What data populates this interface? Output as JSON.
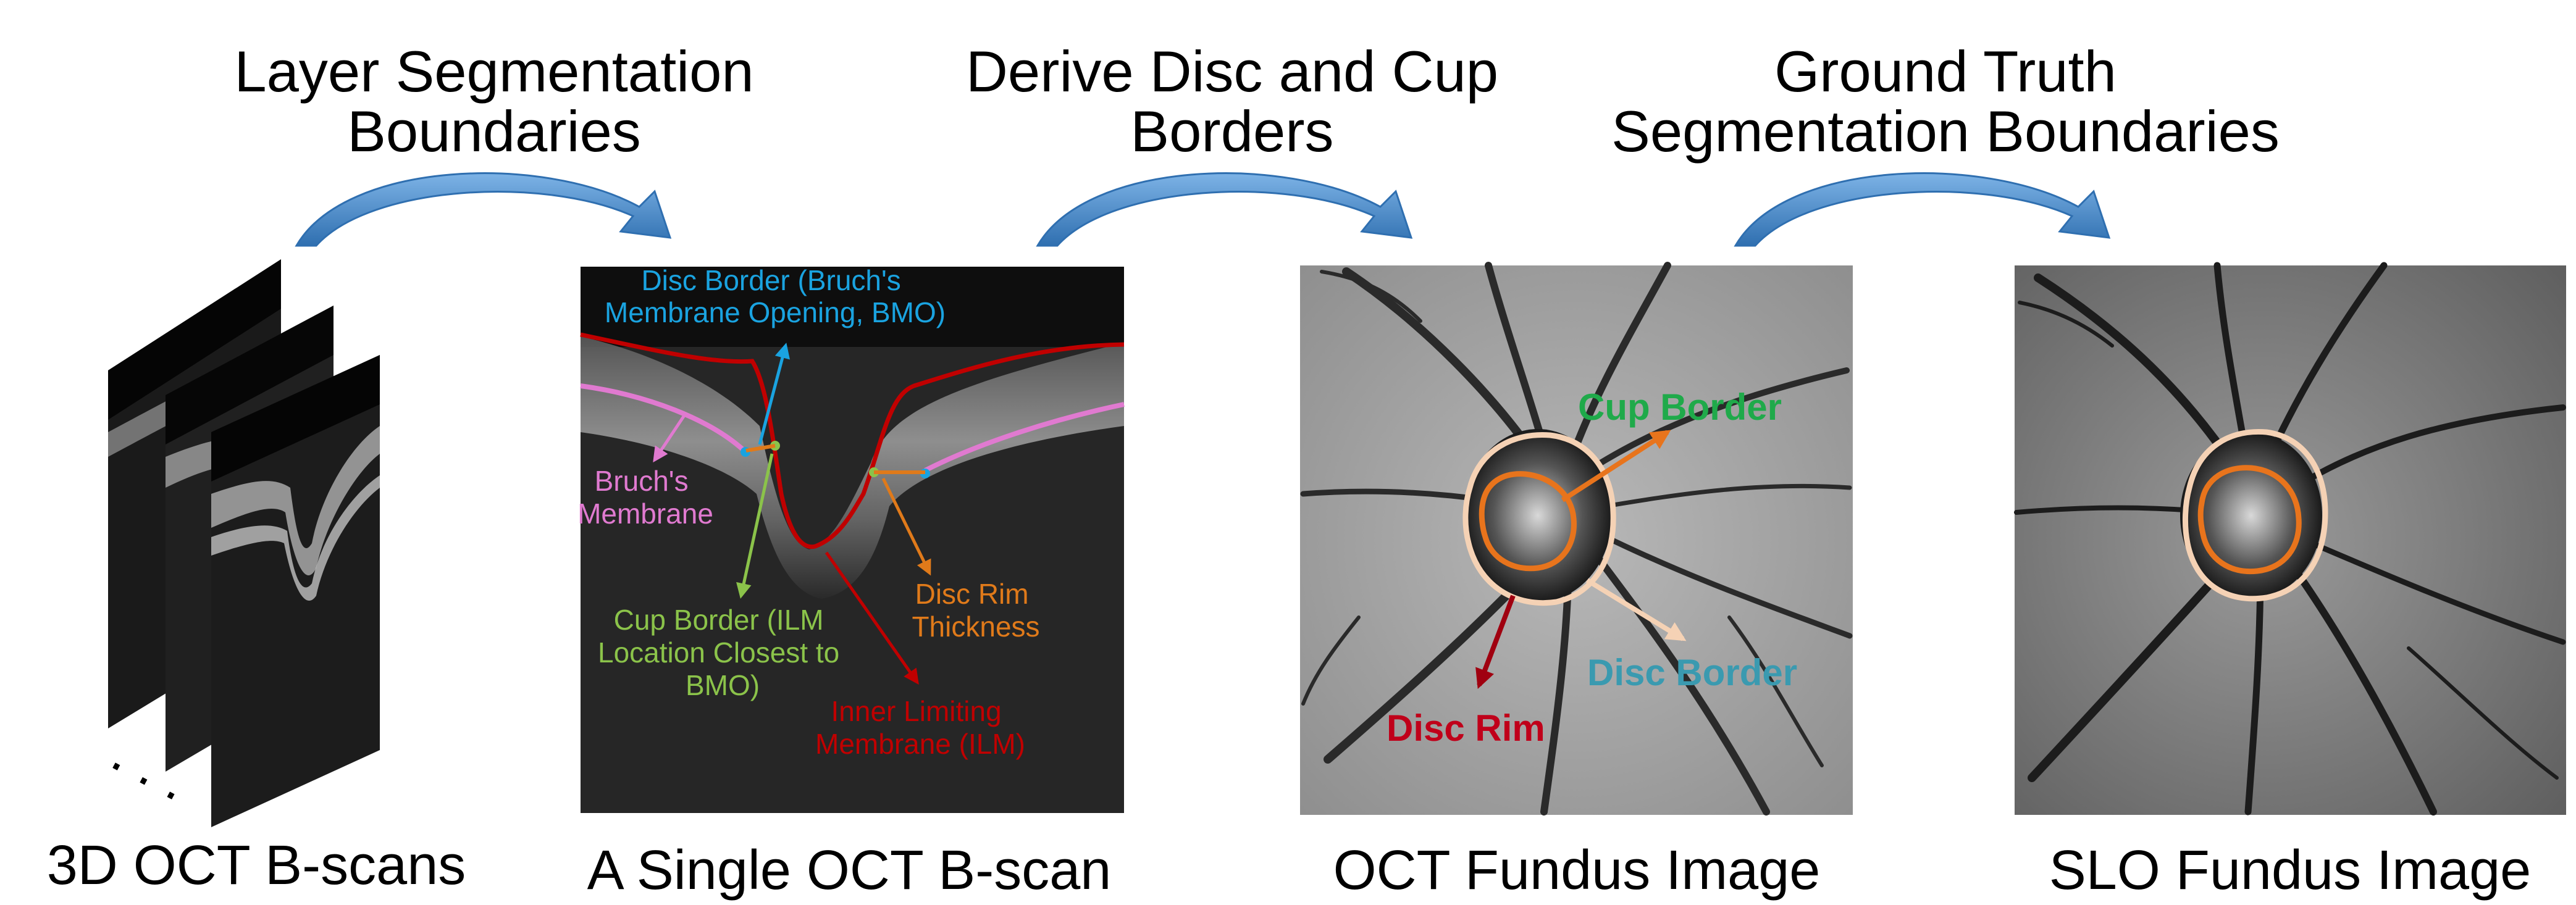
{
  "titles": {
    "step1": [
      "Layer Segmentation",
      "Boundaries"
    ],
    "step2": [
      "Derive Disc and Cup",
      "Borders"
    ],
    "step3": [
      "Ground Truth",
      "Segmentation Boundaries"
    ]
  },
  "captions": {
    "oct_stack": "3D OCT B-scans",
    "bscan": "A Single OCT B-scan",
    "oct_fundus": "OCT Fundus Image",
    "slo_fundus": "SLO Fundus Image"
  },
  "stack_ellipsis": ". . .",
  "bscan_annotations": {
    "disc_border": [
      "Disc Border (Bruch's",
      "Membrane Opening, BMO)"
    ],
    "bruchs": [
      "Bruch's",
      "Membrane"
    ],
    "cup_border": [
      "Cup Border (ILM",
      "Location Closest to",
      "BMO)"
    ],
    "disc_rim_thickness": [
      "Disc Rim",
      "Thickness"
    ],
    "ilm": [
      "Inner Limiting",
      "Membrane (ILM)"
    ]
  },
  "fundus_annotations": {
    "cup_border": "Cup Border",
    "disc_border": "Disc Border",
    "disc_rim": "Disc Rim"
  },
  "colors": {
    "arrow_blue": "#4a86c5",
    "disc_border_blue": "#1aa3e0",
    "bruchs_pink": "#e07ad0",
    "cup_green": "#8bc34a",
    "rim_orange": "#e07a1a",
    "ilm_red": "#c00000",
    "cup_text_green": "#1faa4a",
    "disc_text_teal": "#3a9ab0",
    "rim_text_red": "#c0001a",
    "disc_outline_peach": "#f5d2b5",
    "cup_outline_orange": "#e8741c"
  }
}
